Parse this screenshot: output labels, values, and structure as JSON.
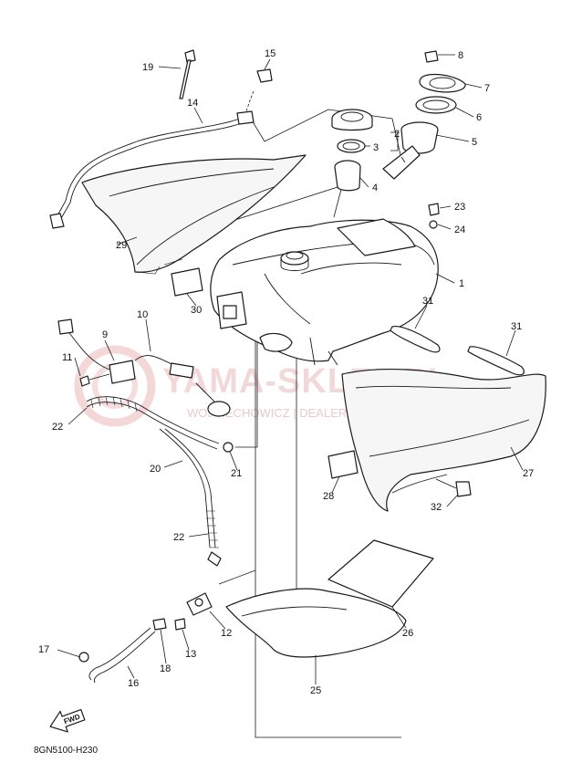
{
  "watermark": {
    "brand": "YAMA-SKLEP.PL",
    "subtitle": "WOJCIECHOWICZ | DEALER YAMAHA"
  },
  "reference_code": "8GN5100-H230",
  "fwd_label": "FWD",
  "callouts": [
    "1",
    "2",
    "3",
    "4",
    "5",
    "6",
    "7",
    "8",
    "9",
    "10",
    "11",
    "12",
    "13",
    "14",
    "15",
    "16",
    "17",
    "18",
    "19",
    "20",
    "21",
    "22",
    "22",
    "23",
    "24",
    "25",
    "26",
    "27",
    "28",
    "29",
    "30",
    "31",
    "31",
    "32"
  ]
}
